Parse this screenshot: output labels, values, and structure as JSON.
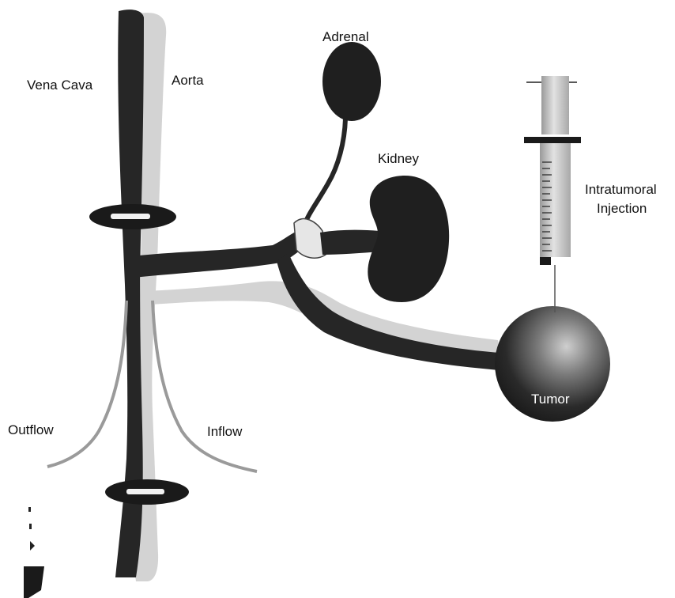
{
  "labels": {
    "vena_cava": "Vena Cava",
    "aorta": "Aorta",
    "adrenal": "Adrenal",
    "kidney": "Kidney",
    "injection_line1": "Intratumoral",
    "injection_line2": "Injection",
    "outflow": "Outflow",
    "inflow": "Inflow",
    "tumor": "Tumor"
  },
  "colors": {
    "dark_vessel": "#262626",
    "light_vessel": "#d3d3d3",
    "organ": "#1f1f1f",
    "background": "#ffffff"
  },
  "icons": [
    "syringe-icon",
    "vascular-clamp-icon"
  ]
}
